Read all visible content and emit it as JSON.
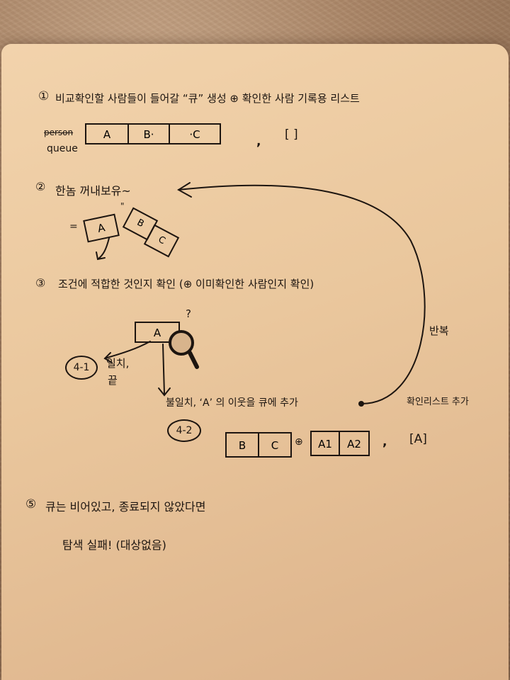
{
  "step1": {
    "num": "①",
    "text": "비교확인할 사람들이 들어갈 “큐” 생성 ⊕ 확인한 사람 기록용 리스트",
    "crossed_word": "person",
    "queue_label": "queue",
    "queue_cells": [
      "A",
      "B·",
      "·C"
    ],
    "comma": ",",
    "empty_list": "[ ]"
  },
  "step2": {
    "num": "②",
    "text": "한놈 꺼내보유~",
    "equals": "=",
    "quote": "\"",
    "cells": [
      "A",
      "B",
      "C"
    ]
  },
  "step3": {
    "num": "③",
    "text": "조건에 적합한 것인지 확인 (⊕ 이미확인한 사람인지 확인)",
    "box": "A",
    "question": "?",
    "repeat_label": "반복"
  },
  "step4_1": {
    "num": "4-1",
    "line1": "일치,",
    "line2": "끝"
  },
  "step4_2": {
    "num": "4-2",
    "text": "불일치, ‘A’ 의 이웃을 큐에 추가",
    "check_list_add": "확인리스트 추가",
    "cells_left": [
      "B",
      "C"
    ],
    "plus": "⊕",
    "cells_right": [
      "A1",
      "A2"
    ],
    "comma": ",",
    "list": "[A]"
  },
  "step5": {
    "num": "⑤",
    "line1": "큐는 비어있고, 종료되지 않았다면",
    "line2": "탐색 실패! (대상없음)"
  }
}
